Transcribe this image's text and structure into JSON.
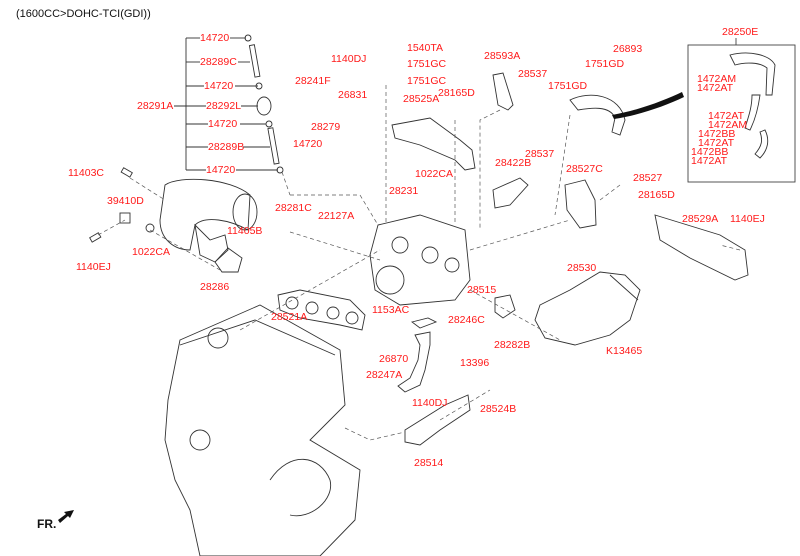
{
  "title": "(1600CC>DOHC-TCI(GDI))",
  "front_marker": "FR.",
  "accent_color": "#ff1a1a",
  "labels": [
    {
      "id": "l0",
      "text": "14720"
    },
    {
      "id": "l1",
      "text": "28289C"
    },
    {
      "id": "l2",
      "text": "14720"
    },
    {
      "id": "l3",
      "text": "28291A"
    },
    {
      "id": "l4",
      "text": "28292L"
    },
    {
      "id": "l5",
      "text": "14720"
    },
    {
      "id": "l6",
      "text": "28289B"
    },
    {
      "id": "l7",
      "text": "14720"
    },
    {
      "id": "l8",
      "text": "11403C"
    },
    {
      "id": "l9",
      "text": "1140DJ"
    },
    {
      "id": "l10",
      "text": "28241F"
    },
    {
      "id": "l11",
      "text": "26831"
    },
    {
      "id": "l12",
      "text": "28279"
    },
    {
      "id": "l13",
      "text": "14720"
    },
    {
      "id": "l14",
      "text": "1540TA"
    },
    {
      "id": "l15",
      "text": "1751GC"
    },
    {
      "id": "l16",
      "text": "1751GC"
    },
    {
      "id": "l17",
      "text": "28525A"
    },
    {
      "id": "l18",
      "text": "28165D"
    },
    {
      "id": "l19",
      "text": "28593A"
    },
    {
      "id": "l20",
      "text": "28537"
    },
    {
      "id": "l21",
      "text": "1751GD"
    },
    {
      "id": "l22",
      "text": "1751GD"
    },
    {
      "id": "l23",
      "text": "26893"
    },
    {
      "id": "l24",
      "text": "28250E"
    },
    {
      "id": "l25",
      "text": "1472AM"
    },
    {
      "id": "l26",
      "text": "1472AT"
    },
    {
      "id": "l27",
      "text": "1472AT"
    },
    {
      "id": "l28",
      "text": "1472AM"
    },
    {
      "id": "l29",
      "text": "1472BB"
    },
    {
      "id": "l30",
      "text": "1472AT"
    },
    {
      "id": "l31",
      "text": "1472BB"
    },
    {
      "id": "l32",
      "text": "1472AT"
    },
    {
      "id": "l33",
      "text": "1022CA"
    },
    {
      "id": "l34",
      "text": "28231"
    },
    {
      "id": "l35",
      "text": "28422B"
    },
    {
      "id": "l36",
      "text": "28537"
    },
    {
      "id": "l37",
      "text": "28527C"
    },
    {
      "id": "l38",
      "text": "28527"
    },
    {
      "id": "l39",
      "text": "28165D"
    },
    {
      "id": "l40",
      "text": "39410D"
    },
    {
      "id": "l41",
      "text": "28281C"
    },
    {
      "id": "l42",
      "text": "22127A"
    },
    {
      "id": "l43",
      "text": "11405B"
    },
    {
      "id": "l44",
      "text": "1022CA"
    },
    {
      "id": "l45",
      "text": "1140EJ"
    },
    {
      "id": "l46",
      "text": "28286"
    },
    {
      "id": "l47",
      "text": "28529A"
    },
    {
      "id": "l48",
      "text": "1140EJ"
    },
    {
      "id": "l49",
      "text": "28530"
    },
    {
      "id": "l50",
      "text": "28515"
    },
    {
      "id": "l51",
      "text": "1153AC"
    },
    {
      "id": "l52",
      "text": "28246C"
    },
    {
      "id": "l53",
      "text": "28521A"
    },
    {
      "id": "l54",
      "text": "28282B"
    },
    {
      "id": "l55",
      "text": "K13465"
    },
    {
      "id": "l56",
      "text": "26870"
    },
    {
      "id": "l57",
      "text": "13396"
    },
    {
      "id": "l58",
      "text": "28247A"
    },
    {
      "id": "l59",
      "text": "1140DJ"
    },
    {
      "id": "l60",
      "text": "28524B"
    },
    {
      "id": "l61",
      "text": "28514"
    }
  ]
}
